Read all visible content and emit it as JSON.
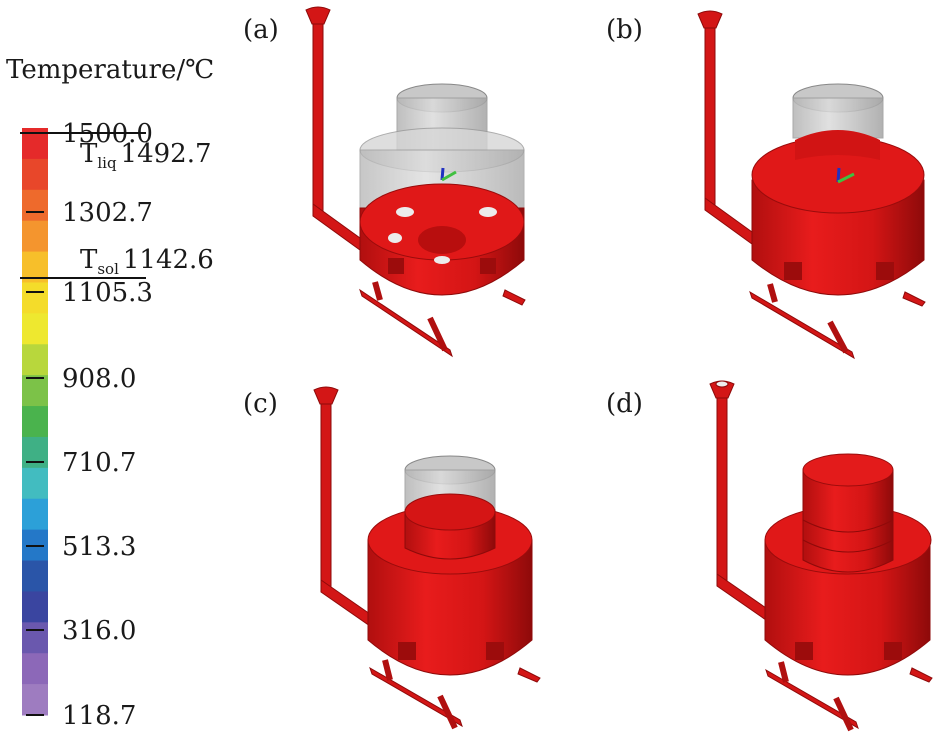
{
  "legend": {
    "title": "Temperature/℃",
    "ticks": [
      "1500.0",
      "1302.7",
      "1105.3",
      "908.0",
      "710.7",
      "513.3",
      "316.0",
      "118.7"
    ],
    "tliq": {
      "symbol": "T",
      "sub": "liq",
      "value": "1492.7"
    },
    "tsol": {
      "symbol": "T",
      "sub": "sol",
      "value": "1142.6"
    },
    "band_colors": [
      "#e52a2a",
      "#e8472a",
      "#ee6a2c",
      "#f4952e",
      "#f7bf2a",
      "#f4dc2a",
      "#eee82f",
      "#b8d73c",
      "#7cc248",
      "#4ab34d",
      "#3fb085",
      "#42bcc0",
      "#2ca0d8",
      "#2478c8",
      "#2a55a8",
      "#3a45a0",
      "#6a58ae",
      "#8c68b8",
      "#9e7cc0"
    ]
  },
  "panels": [
    {
      "label": "(a)",
      "stage": "partial-fill"
    },
    {
      "label": "(b)",
      "stage": "mostly-filled"
    },
    {
      "label": "(c)",
      "stage": "near-full"
    },
    {
      "label": "(d)",
      "stage": "full"
    }
  ],
  "colors": {
    "melt": "#e01818",
    "melt_dark": "#a30d0d",
    "mold": "#c9c9c9",
    "mold_edge": "#8f8f8f"
  }
}
